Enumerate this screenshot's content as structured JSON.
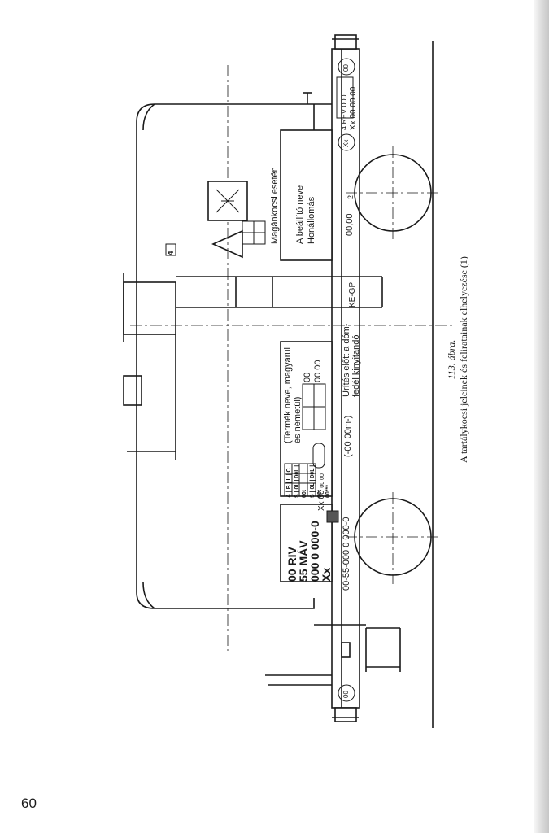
{
  "page_number": "60",
  "caption": {
    "figure_number": "113. ábra.",
    "title": "A tartálykocsi jeleinek és feliratainak elhelyezése (1)"
  },
  "wagon": {
    "number_block": {
      "line1": "00 RIV",
      "line2": "55 MÁV",
      "line3": "000 0 000-0",
      "line4": "Xx"
    },
    "chassis_number": "00-55-000 0 000-0",
    "weight_mark": "(-00 00m-)",
    "small_number": "Xx 00",
    "small_number_sub": "00 00",
    "load_table": {
      "rows": [
        "A | B | L | C",
        "S | 0L | 00L | 00t",
        "S | 0L | 00L | 00t",
        "00***"
      ]
    },
    "product_label": "(Termék neve, magyarul és németül)",
    "code_top": "00",
    "code_bottom": "00 00",
    "emptying_note_1": "Ürítés előtt a dóm-",
    "emptying_note_2": "fedél kinyitandó",
    "chassis_code": "KE-GP",
    "adjuster_label_1": "A beállító neve",
    "adjuster_label_2": "Honállomás",
    "private_wagon_label": "Magánkocsi esetén",
    "distance_label": "00,00",
    "arrow_mark": "2",
    "rev_label": "4 REV 000",
    "rev_sub": "Xx 00 00.00",
    "corner_mark_1": "Xx",
    "corner_mark_2": "00",
    "symbol_mark": "4"
  }
}
